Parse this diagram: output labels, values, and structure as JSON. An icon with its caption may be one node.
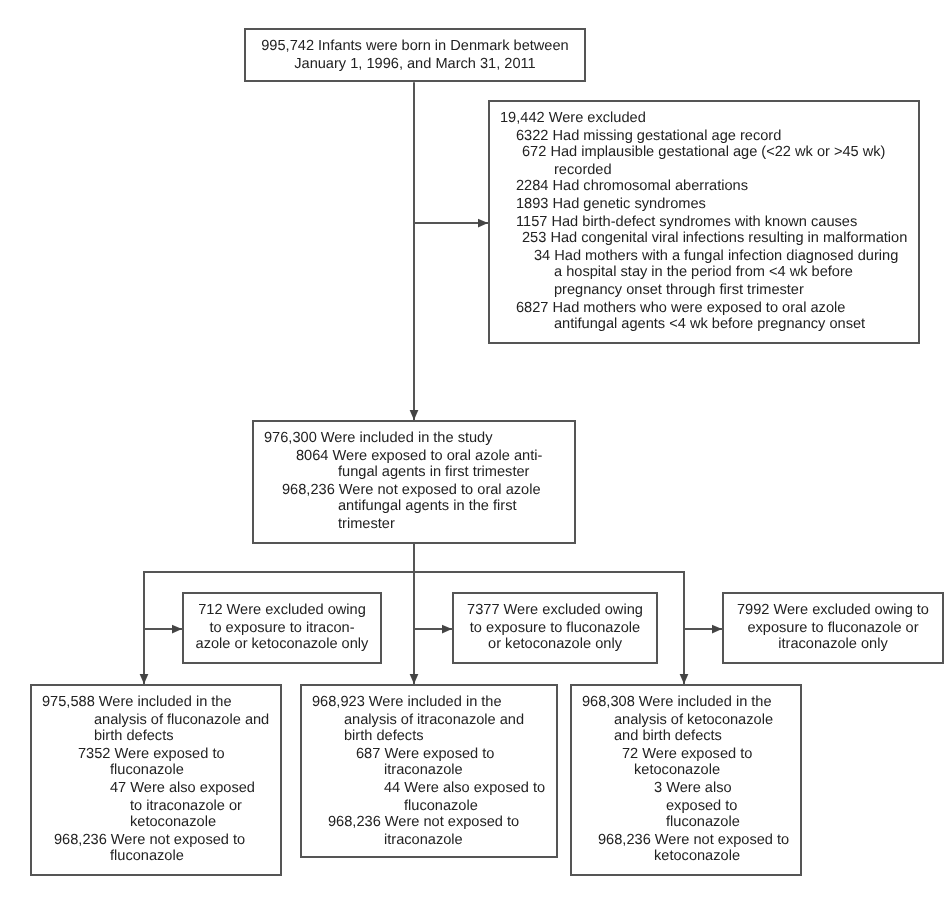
{
  "diagram": {
    "nodes": [
      {
        "text": [
          "995,742 Infants were born in Denmark between January 1, 1996, and March 31, 2011"
        ]
      },
      {
        "text": [
          "19,442 Were excluded",
          "6322 Had missing gestational age record",
          "672 Had implausible gestational age (<22 wk or >45 wk) recorded",
          "2284 Had chromosomal aberrations",
          "1893 Had genetic syndromes",
          "1157 Had birth-defect syndromes with known causes",
          "253 Had congenital viral infections resulting in malformation",
          "34 Had mothers with a fungal infection diagnosed during a hospital stay in the period from <4 wk before pregnancy onset through first trimester",
          "6827 Had mothers who were exposed to oral azole antifungal agents <4 wk before pregnancy onset"
        ]
      },
      {
        "text": [
          "976,300 Were included in the study",
          "8064 Were exposed to oral azole anti-fungal agents in first trimester",
          "968,236 Were not exposed to oral azole antifungal agents in the first trimester"
        ]
      },
      {
        "text": [
          "712 Were excluded owing to exposure to itracon-azole or ketoconazole only"
        ]
      },
      {
        "text": [
          "7377 Were excluded owing to exposure to fluconazole or ketoconazole only"
        ]
      },
      {
        "text": [
          "7992 Were excluded owing to exposure to fluconazole or itraconazole only"
        ]
      },
      {
        "text": [
          "975,588 Were included in the analysis of fluconazole and birth defects",
          "7352 Were exposed to fluconazole",
          "47 Were also exposed to itraconazole or ketoconazole",
          "968,236 Were not exposed to fluconazole"
        ]
      },
      {
        "text": [
          "968,923 Were included in the analysis of itraconazole and birth defects",
          "687 Were exposed to itraconazole",
          "44 Were also exposed to fluconazole",
          "968,236 Were not exposed to itraconazole"
        ]
      },
      {
        "text": [
          "968,308 Were included in the analysis of ketoconazole and birth defects",
          "72 Were exposed to ketoconazole",
          "3 Were also exposed to fluconazole",
          "968,236 Were not exposed to ketoconazole"
        ]
      }
    ],
    "edges": [
      {
        "from": 0,
        "to": 2,
        "arrow": "to"
      },
      {
        "from": 0,
        "to": 1,
        "arrow": "to"
      },
      {
        "from": 2,
        "to": 6,
        "arrow": "to"
      },
      {
        "from": 2,
        "to": 3,
        "arrow": "to"
      },
      {
        "from": 2,
        "to": 7,
        "arrow": "to"
      },
      {
        "from": 2,
        "to": 4,
        "arrow": "to"
      },
      {
        "from": 2,
        "to": 8,
        "arrow": "to"
      },
      {
        "from": 2,
        "to": 5,
        "arrow": "to"
      }
    ]
  }
}
